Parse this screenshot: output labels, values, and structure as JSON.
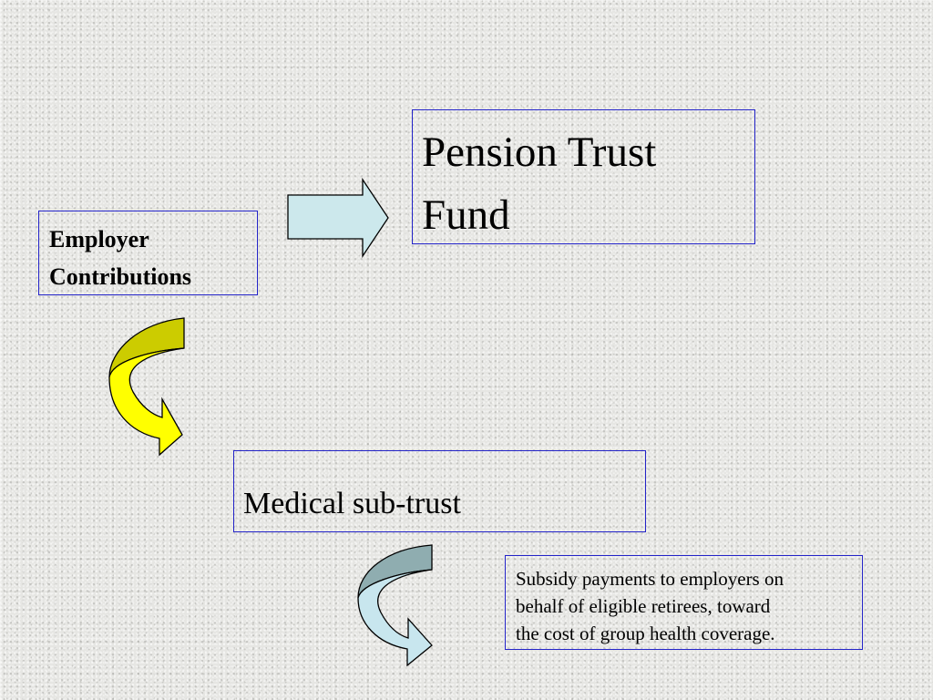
{
  "diagram": {
    "employer_box": {
      "lines": [
        "Employer",
        "Contributions"
      ]
    },
    "pension_box": {
      "lines": [
        "Pension Trust",
        "Fund"
      ]
    },
    "medical_box": {
      "text": "Medical sub-trust"
    },
    "subsidy_box": {
      "lines": [
        "Subsidy payments to employers on",
        "behalf of eligible retirees, toward",
        "the cost of group health coverage."
      ]
    },
    "colors": {
      "box_border": "#2323c8",
      "arrow_light_blue": "#cce8ec",
      "curved_arrow_yellow": "#ffff00",
      "curved_arrow_yellow_dark": "#cccc00",
      "curved_arrow_blue": "#c8e6ee",
      "curved_arrow_blue_dark": "#8fadb0"
    },
    "icons": {
      "right_arrow": "block-right-arrow-icon",
      "curved_arrow_1": "curved-down-right-arrow-icon",
      "curved_arrow_2": "curved-down-right-arrow-icon"
    }
  }
}
